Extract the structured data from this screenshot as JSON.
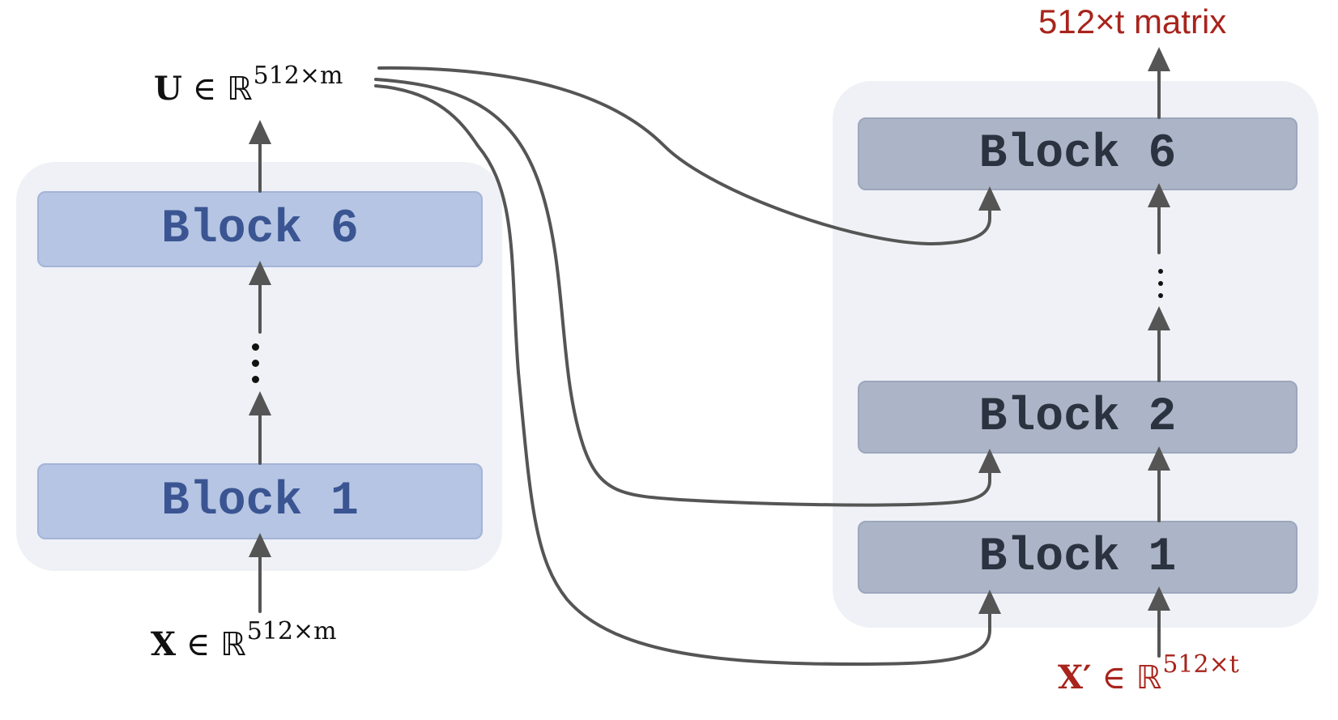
{
  "encoder": {
    "blocks": [
      {
        "id": "block-6",
        "label": "Block 6"
      },
      {
        "id": "block-1",
        "label": "Block 1"
      }
    ],
    "input": {
      "symbol": "X",
      "in": "∈",
      "set": "ℝ",
      "exponent": "512×m"
    },
    "output": {
      "symbol": "U",
      "in": "∈",
      "set": "ℝ",
      "exponent": "512×m"
    },
    "ellipsis": "⋮"
  },
  "decoder": {
    "blocks": [
      {
        "id": "block-6",
        "label": "Block 6"
      },
      {
        "id": "block-2",
        "label": "Block 2"
      },
      {
        "id": "block-1",
        "label": "Block 1"
      }
    ],
    "input": {
      "symbol": "X′",
      "in": "∈",
      "set": "ℝ",
      "exponent": "512×t"
    },
    "output_label": "512×t matrix",
    "ellipsis": "⋮"
  },
  "colors": {
    "encoder_block_fill": "#b6c5e3",
    "encoder_block_text": "#3a5592",
    "decoder_block_fill": "#acb5c7",
    "decoder_block_text": "#2b3340",
    "panel_fill": "#eff1f6",
    "arrow": "#555555",
    "highlight_text": "#a8241c"
  }
}
